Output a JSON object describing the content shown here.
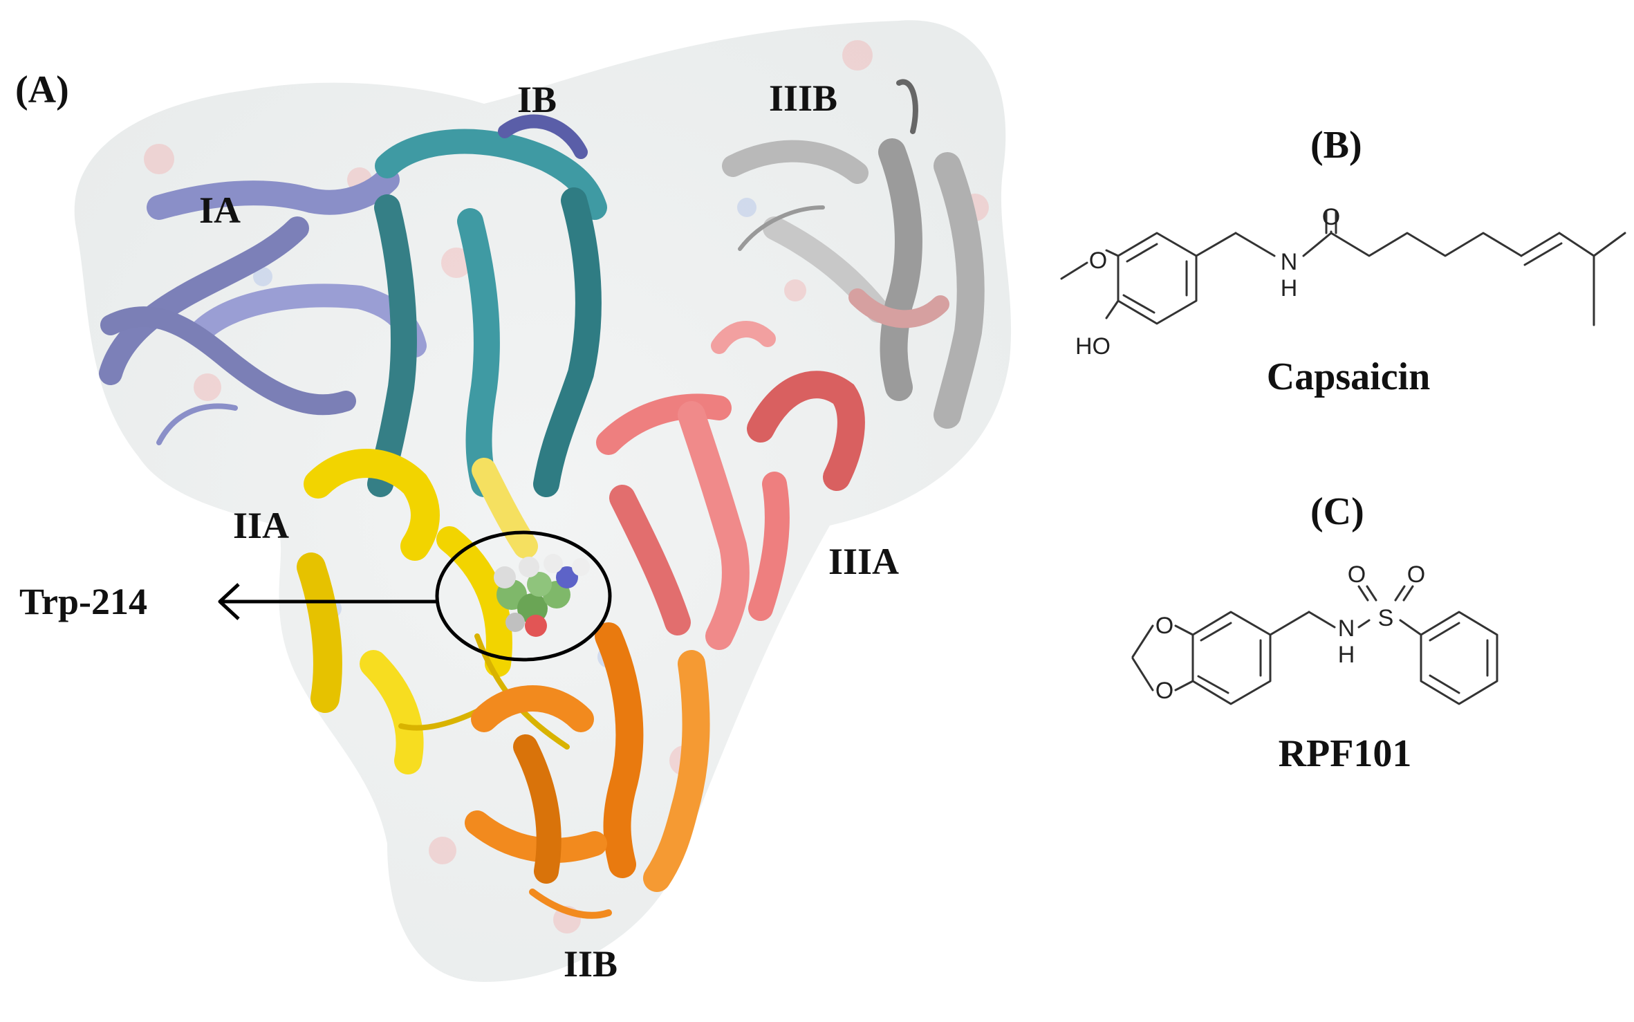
{
  "panels": {
    "a": {
      "label": "(A)"
    },
    "b": {
      "label": "(B)",
      "compound": "Capsaicin"
    },
    "c": {
      "label": "(C)",
      "compound": "RPF101"
    }
  },
  "domains": [
    {
      "key": "IA",
      "label": "IA",
      "color": "#8a8fc8"
    },
    {
      "key": "IB",
      "label": "IB",
      "color": "#3f9aa3"
    },
    {
      "key": "IIA",
      "label": "IIA",
      "color": "#f2d400"
    },
    {
      "key": "IIB",
      "label": "IIB",
      "color": "#f28a1e"
    },
    {
      "key": "IIIA",
      "label": "IIIA",
      "color": "#ee7f7f"
    },
    {
      "key": "IIIB",
      "label": "IIIB",
      "color": "#d6d6d6"
    }
  ],
  "binding_site": {
    "label": "Trp-214"
  },
  "capsaicin_atoms": {
    "o_carbonyl": "O",
    "o_methoxy": "O",
    "nh_n": "N",
    "nh_h": "H",
    "ho": "HO"
  },
  "rpf101_atoms": {
    "o1": "O",
    "o2": "O",
    "so1": "O",
    "so2": "O",
    "s": "S",
    "n": "N",
    "h": "H"
  }
}
